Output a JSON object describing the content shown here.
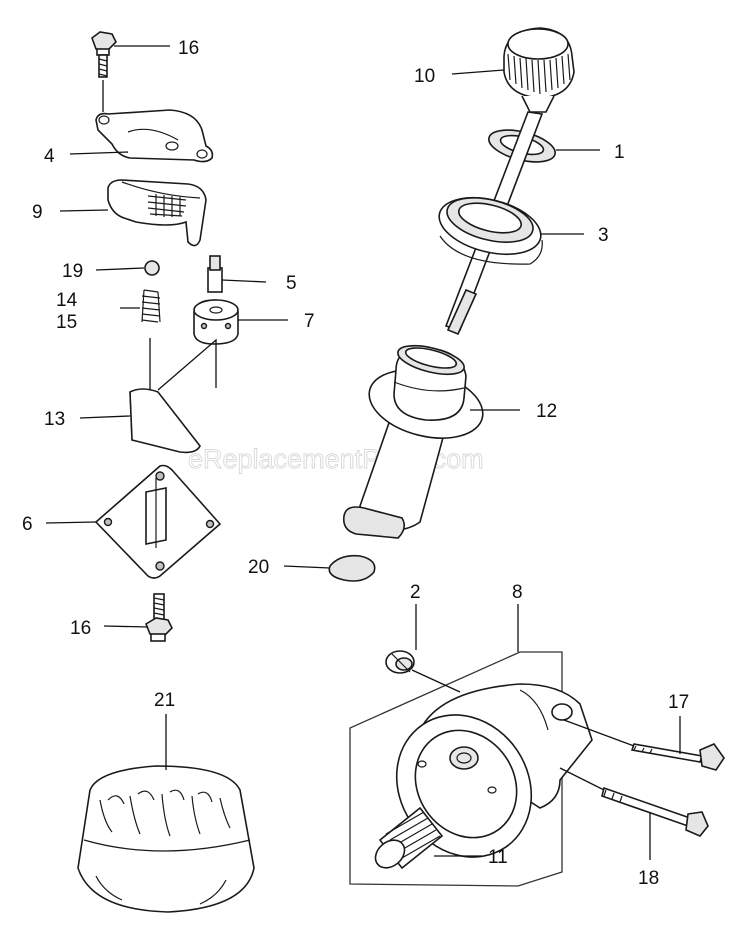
{
  "watermark": "eReplacementParts.com",
  "callouts": {
    "p1": "1",
    "p2": "2",
    "p3": "3",
    "p4": "4",
    "p5": "5",
    "p6": "6",
    "p7": "7",
    "p8": "8",
    "p9": "9",
    "p10": "10",
    "p11": "11",
    "p12": "12",
    "p13": "13",
    "p14": "14",
    "p15": "15",
    "p16a": "16",
    "p16b": "16",
    "p17": "17",
    "p18": "18",
    "p19": "19",
    "p20": "20",
    "p21": "21"
  }
}
